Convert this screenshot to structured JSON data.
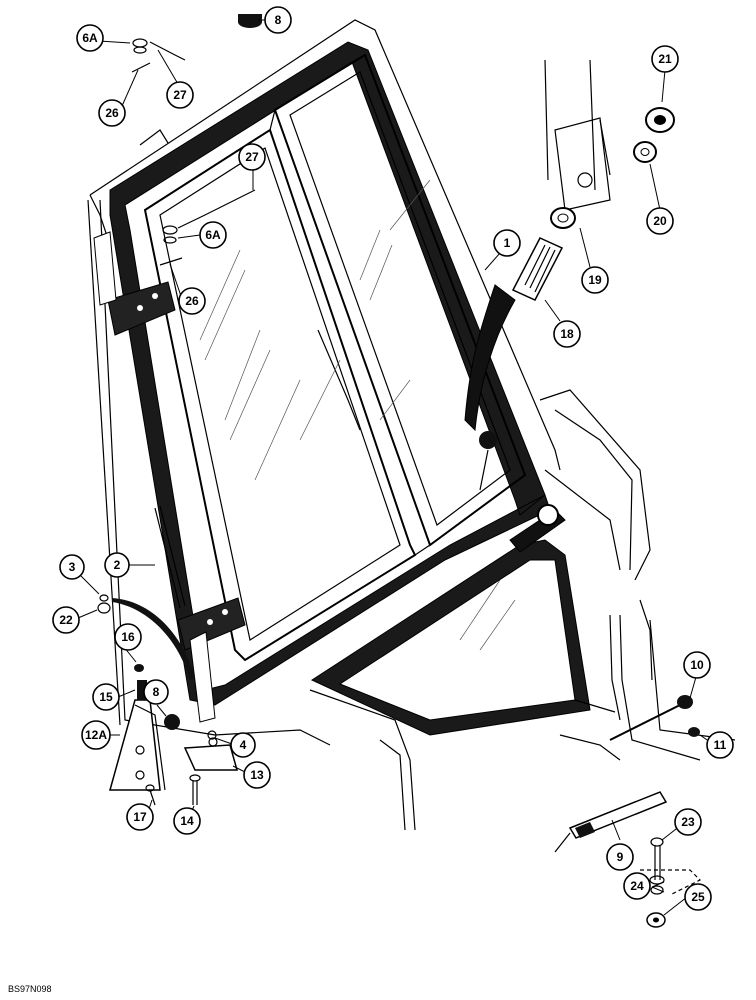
{
  "reference_code": "BS97N098",
  "callouts": [
    {
      "id": "c8a",
      "label": "8"
    },
    {
      "id": "c6a-top",
      "label": "6A"
    },
    {
      "id": "c27-top",
      "label": "27"
    },
    {
      "id": "c26-top",
      "label": "26"
    },
    {
      "id": "c21",
      "label": "21"
    },
    {
      "id": "c20",
      "label": "20"
    },
    {
      "id": "c19",
      "label": "19"
    },
    {
      "id": "c18",
      "label": "18"
    },
    {
      "id": "c1",
      "label": "1"
    },
    {
      "id": "c27-mid",
      "label": "27"
    },
    {
      "id": "c6a-mid",
      "label": "6A"
    },
    {
      "id": "c26-mid",
      "label": "26"
    },
    {
      "id": "c3",
      "label": "3"
    },
    {
      "id": "c2",
      "label": "2"
    },
    {
      "id": "c22",
      "label": "22"
    },
    {
      "id": "c16",
      "label": "16"
    },
    {
      "id": "c15",
      "label": "15"
    },
    {
      "id": "c8b",
      "label": "8"
    },
    {
      "id": "c12a",
      "label": "12A"
    },
    {
      "id": "c4",
      "label": "4"
    },
    {
      "id": "c13",
      "label": "13"
    },
    {
      "id": "c17",
      "label": "17"
    },
    {
      "id": "c14",
      "label": "14"
    },
    {
      "id": "c10",
      "label": "10"
    },
    {
      "id": "c11",
      "label": "11"
    },
    {
      "id": "c9",
      "label": "9"
    },
    {
      "id": "c23",
      "label": "23"
    },
    {
      "id": "c24",
      "label": "24"
    },
    {
      "id": "c25",
      "label": "25"
    }
  ]
}
